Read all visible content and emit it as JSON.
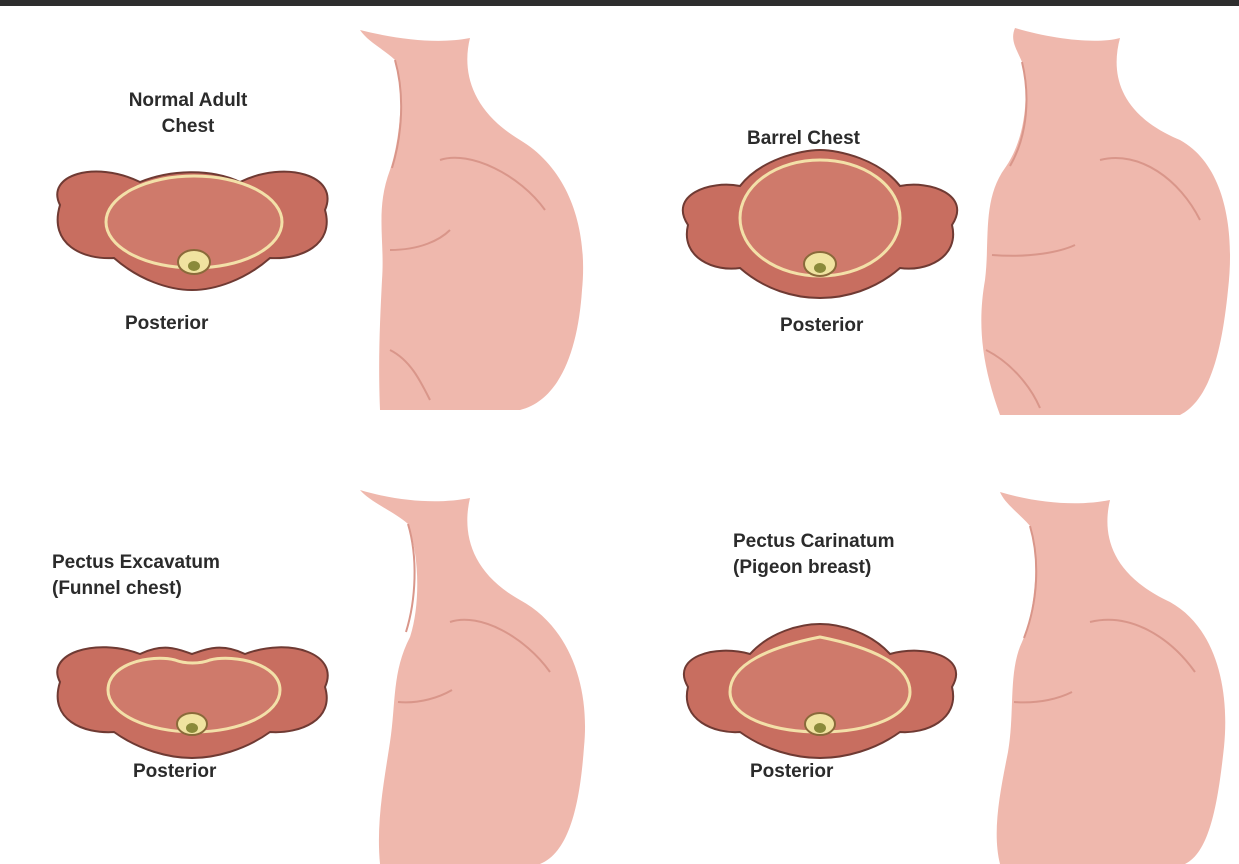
{
  "panels": {
    "normal": {
      "title_line1": "Normal Adult",
      "title_line2": "Chest",
      "caption": "Posterior"
    },
    "barrel": {
      "title_line1": "Barrel Chest",
      "caption": "Posterior"
    },
    "excavatum": {
      "title_line1": "Pectus Excavatum",
      "title_line2": "(Funnel chest)",
      "caption": "Posterior"
    },
    "carinatum": {
      "title_line1": "Pectus Carinatum",
      "title_line2": "(Pigeon breast)",
      "caption": "Posterior"
    }
  },
  "colors": {
    "skin": "#efb8ad",
    "skin_shadow": "#d9968a",
    "section_fill": "#c86e60",
    "section_outline": "#6f3a33",
    "rib_ring": "#f3e0a8",
    "vertebra": "#f0e3a0",
    "text": "#2b2b2b"
  }
}
